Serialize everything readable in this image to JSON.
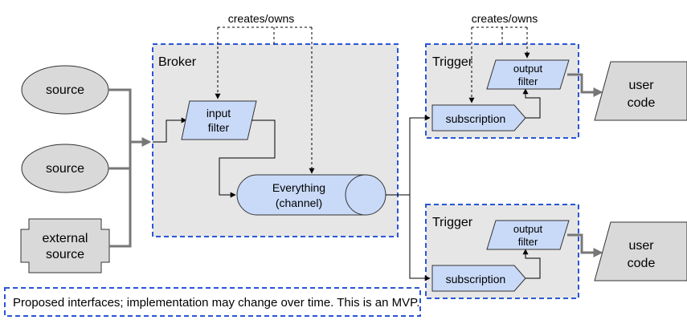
{
  "annotations": {
    "creates_owns_left": "creates/owns",
    "creates_owns_right": "creates/owns",
    "note": "Proposed interfaces; implementation may change over time. This is an MVP."
  },
  "sources": {
    "source_1": "source",
    "source_2": "source",
    "external_line1": "external",
    "external_line2": "source"
  },
  "broker": {
    "title": "Broker",
    "input_filter_line1": "input",
    "input_filter_line2": "filter",
    "channel_line1": "Everything",
    "channel_line2": "(channel)"
  },
  "trigger_top": {
    "title": "Trigger",
    "output_filter_line1": "output",
    "output_filter_line2": "filter",
    "subscription": "subscription"
  },
  "trigger_bottom": {
    "title": "Trigger",
    "output_filter_line1": "output",
    "output_filter_line2": "filter",
    "subscription": "subscription"
  },
  "user_code_top": {
    "line1": "user",
    "line2": "code"
  },
  "user_code_bottom": {
    "line1": "user",
    "line2": "code"
  },
  "colors": {
    "container_border": "#2a56d6",
    "container_fill": "#e6e6e6",
    "node_blue": "#c9daf8",
    "node_gray": "#d9d9d9",
    "thick_arrow": "#777777"
  }
}
